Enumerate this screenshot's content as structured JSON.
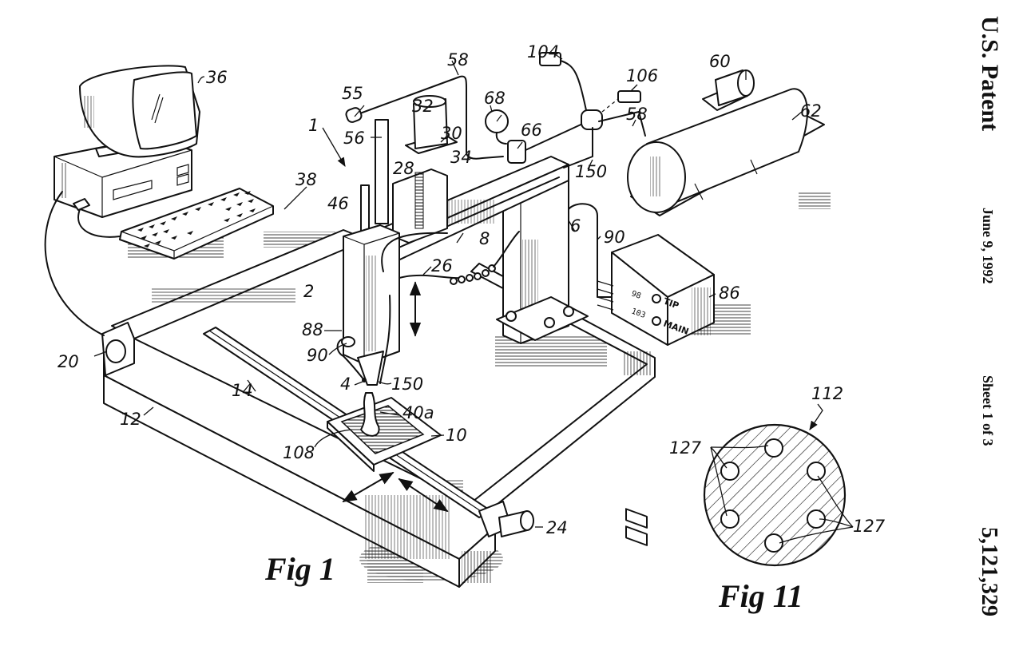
{
  "header": {
    "office": "U.S. Patent",
    "date": "June 9, 1992",
    "sheet": "Sheet 1 of 3",
    "patent_number": "5,121,329"
  },
  "figures": [
    {
      "caption": "Fig 1",
      "reference_numerals": {
        "system": "1",
        "head": "2",
        "nozzle": "4",
        "column": "6",
        "arm": "8",
        "platform": "10",
        "base_rail_front": "12",
        "rail": "14",
        "motor_left": "20",
        "motor_right": "24",
        "cable_chain": "26",
        "bracket": "28",
        "mount": "30",
        "z_motor": "32",
        "valve_line": "34",
        "monitor": "36",
        "keyboard": "38",
        "object": "40a",
        "rod": "46",
        "regulator": "55",
        "cylinder": "56",
        "air_line_top": "58",
        "air_line_right": "58",
        "compressor_motor": "60",
        "tank": "62",
        "valve": "66",
        "gauge": "68",
        "heater_clip": "88",
        "wire_left": "90",
        "wire_right": "90",
        "controller": "86",
        "sensor_left": "104",
        "sensor_right": "106",
        "foam_base": "108",
        "tube_top": "150",
        "tube_bottom": "150"
      },
      "controller_panel": {
        "display_tip": "98",
        "display_main": "103",
        "label_tip": "TIP",
        "label_main": "MAIN"
      }
    },
    {
      "caption": "Fig 11",
      "reference_numerals": {
        "section": "112",
        "holes_left": "127",
        "holes_right": "127"
      }
    }
  ]
}
